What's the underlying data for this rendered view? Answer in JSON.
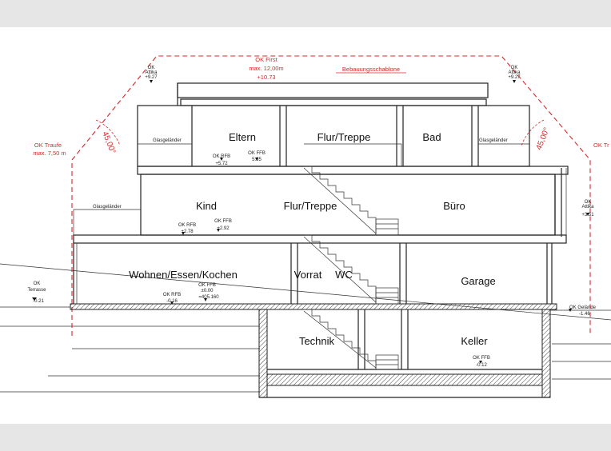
{
  "colors": {
    "background": "#e6e6e6",
    "paper": "#ffffff",
    "lines": "#222222",
    "annotation_red": "#d42a2a"
  },
  "rooms": {
    "eltern": "Eltern",
    "flur_og": "Flur/Treppe",
    "bad": "Bad",
    "kind": "Kind",
    "flur_eg": "Flur/Treppe",
    "buero": "Büro",
    "wohnen": "Wohnen/Essen/Kochen",
    "vorrat": "Vorrat",
    "wc": "WC",
    "garage": "Garage",
    "technik": "Technik",
    "keller": "Keller"
  },
  "annotations_red": {
    "ok_first_1": "OK First",
    "ok_first_2": "max. 12,00m",
    "ok_first_3": "+10.73",
    "schablone": "Bebauungsschablone",
    "traufe_left_1": "OK Traufe",
    "traufe_left_2": "max. 7,50 m",
    "traufe_right": "OK Tr",
    "angle_left": "45,00°",
    "angle_right": "45,00°"
  },
  "annotations": {
    "attika_left_1": "OK",
    "attika_left_2": "Attika",
    "attika_left_3": "+9.27",
    "attika_right_1": "OK",
    "attika_right_2": "Attika",
    "attika_right_3": "+9.27",
    "glas_og_left": "Glasgeländer",
    "glas_og_right": "Glasgeländer",
    "rfb_og_1": "OK RFB",
    "rfb_og_2": "+5.72",
    "ffb_og_1": "OK FFB",
    "ffb_og_2": "5.85",
    "glas_eg_left": "Glasgeländer",
    "attika_eg_1": "OK",
    "attika_eg_2": "Attika",
    "attika_eg_3": "+3.51",
    "rfb_eg_1": "OK RFB",
    "rfb_eg_2": "+2.78",
    "ffb_eg_1": "OK FFB",
    "ffb_eg_2": "+2.92",
    "terrasse_1": "OK",
    "terrasse_2": "Terrasse",
    "terrasse_3": "-0.21",
    "rfb_ug_1": "OK RFB",
    "rfb_ug_2": "-0.16",
    "ffb_ug_1": "OK FFB",
    "ffb_ug_2": "±0.00",
    "ffb_ug_3": "=405.160",
    "gelaende_1": "OK Gelände",
    "gelaende_2": "-1.46",
    "keller_ffb_1": "OK FFB",
    "keller_ffb_2": "-0.12"
  }
}
